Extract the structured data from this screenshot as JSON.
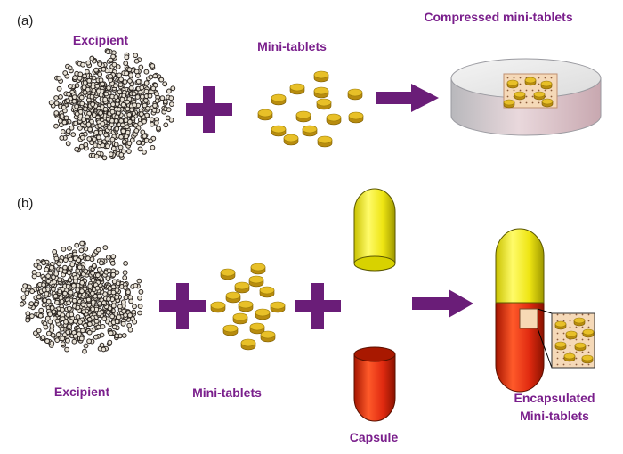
{
  "colors": {
    "label_purple": "#7a1f8c",
    "arrow_purple": "#6a1d78",
    "tablet_gold": "#d4a817",
    "capsule_yellow": "#f2ee16",
    "capsule_red": "#e02a10"
  },
  "panel_a": {
    "tag": "(a)",
    "excipient_label": "Excipient",
    "minitablets_label": "Mini-tablets",
    "result_label": "Compressed mini-tablets"
  },
  "panel_b": {
    "tag": "(b)",
    "excipient_label": "Excipient",
    "minitablets_label": "Mini-tablets",
    "capsule_label": "Capsule",
    "result_label_line1": "Encapsulated",
    "result_label_line2": "Mini-tablets"
  },
  "icons": [
    "plus-icon",
    "right-arrow-icon",
    "mini-tablet-icon",
    "capsule-cap-icon",
    "capsule-body-icon"
  ]
}
